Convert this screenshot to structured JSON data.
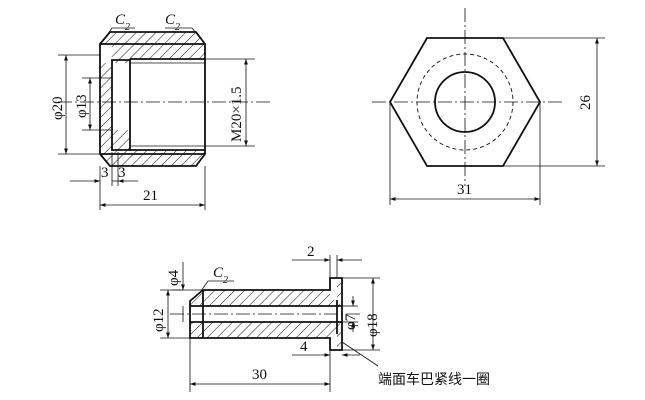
{
  "figure_a": {
    "chamfer_left": "C",
    "chamfer_left_sub": "2",
    "chamfer_right": "C",
    "chamfer_right_sub": "2",
    "dia_outer": "φ20",
    "dia_inner": "φ13",
    "thread": "M20×1.5",
    "dim_gap_a": "3",
    "dim_gap_b": "3",
    "dim_length": "21"
  },
  "figure_b": {
    "dim_height": "26",
    "dim_width": "31"
  },
  "figure_c": {
    "dia_small": "φ4",
    "chamfer": "C",
    "chamfer_sub": "2",
    "dia_body": "φ12",
    "dim_flange": "2",
    "dia_bore": "φ7",
    "dia_flange": "φ18",
    "dim_step": "4",
    "dim_length": "30",
    "note": "端面车巴紧线一圈"
  }
}
